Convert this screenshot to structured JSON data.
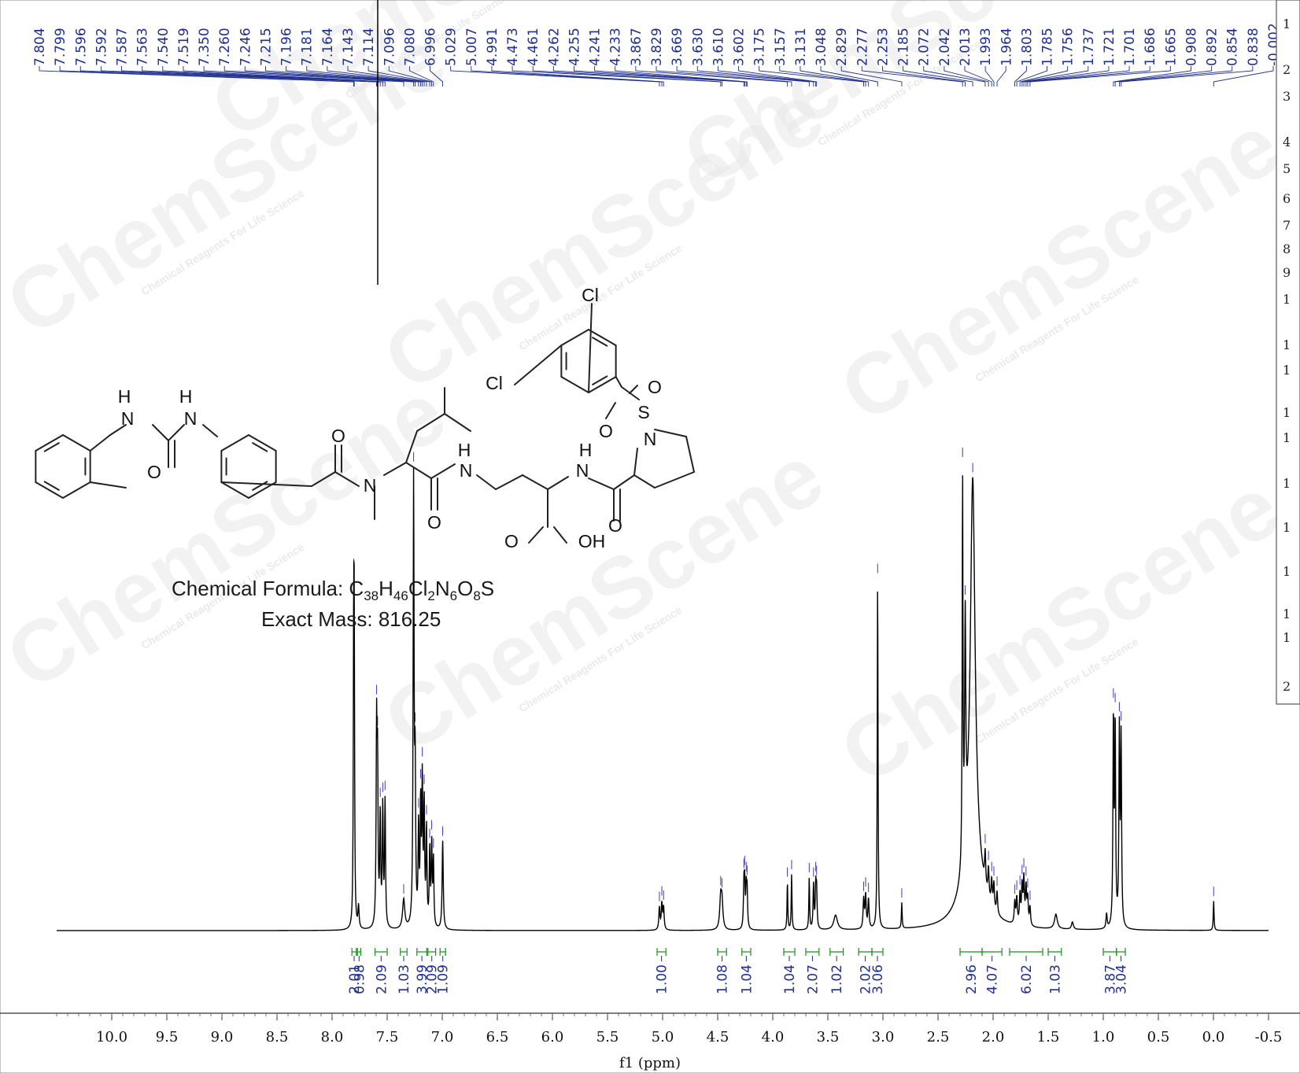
{
  "watermark": {
    "logo_text": "ChemScene",
    "tagline": "Chemical Reagents For Life Science"
  },
  "molecule": {
    "formula_label": "Chemical Formula: ",
    "formula_parts": [
      {
        "t": "C",
        "sub": false
      },
      {
        "t": "38",
        "sub": true
      },
      {
        "t": "H",
        "sub": false
      },
      {
        "t": "46",
        "sub": true
      },
      {
        "t": "Cl",
        "sub": false
      },
      {
        "t": "2",
        "sub": true
      },
      {
        "t": "N",
        "sub": false
      },
      {
        "t": "6",
        "sub": true
      },
      {
        "t": "O",
        "sub": false
      },
      {
        "t": "8",
        "sub": true
      },
      {
        "t": "S",
        "sub": false
      }
    ],
    "mass_label": "Exact Mass: 816.25",
    "atom_labels": [
      "Cl",
      "Cl",
      "S",
      "O",
      "O",
      "N",
      "H",
      "N",
      "H",
      "N",
      "O",
      "O",
      "N",
      "O",
      "N",
      "H",
      "O",
      "OH",
      "H",
      "N",
      "H",
      "N",
      "O"
    ]
  },
  "side_panel": {
    "numbers": [
      "1",
      "2",
      "3",
      "4",
      "5",
      "6",
      "7",
      "8",
      "9",
      "1",
      "1",
      "1",
      "1",
      "1",
      "1",
      "1",
      "1",
      "1",
      "1",
      "2"
    ]
  },
  "chart_data": {
    "type": "line",
    "title": "",
    "xlabel": "f1 (ppm)",
    "ylabel": "",
    "xlim": [
      10.5,
      -0.5
    ],
    "x_reversed": true,
    "grid": false,
    "ticks": [
      "10.0",
      "9.5",
      "9.0",
      "8.5",
      "8.0",
      "7.5",
      "7.0",
      "6.5",
      "6.0",
      "5.5",
      "5.0",
      "4.5",
      "4.0",
      "3.5",
      "3.0",
      "2.5",
      "2.0",
      "1.5",
      "1.0",
      "0.5",
      "0.0",
      "-0.5"
    ],
    "peak_labels": [
      "7.804",
      "7.799",
      "7.596",
      "7.592",
      "7.587",
      "7.563",
      "7.540",
      "7.519",
      "7.350",
      "7.260",
      "7.246",
      "7.215",
      "7.196",
      "7.181",
      "7.164",
      "7.143",
      "7.114",
      "7.096",
      "7.080",
      "6.996",
      "5.029",
      "5.007",
      "4.991",
      "4.473",
      "4.461",
      "4.262",
      "4.255",
      "4.241",
      "4.233",
      "3.867",
      "3.829",
      "3.669",
      "3.630",
      "3.610",
      "3.602",
      "3.175",
      "3.157",
      "3.131",
      "3.048",
      "2.829",
      "2.277",
      "2.253",
      "2.185",
      "2.072",
      "2.042",
      "2.013",
      "1.993",
      "1.964",
      "1.803",
      "1.785",
      "1.756",
      "1.737",
      "1.721",
      "1.701",
      "1.686",
      "1.665",
      "0.908",
      "0.892",
      "0.854",
      "0.838",
      "-0.002"
    ],
    "peaks": [
      {
        "x": 7.804,
        "h": 0.7,
        "w": 0.004
      },
      {
        "x": 7.799,
        "h": 0.68,
        "w": 0.004
      },
      {
        "x": 7.76,
        "h": 0.06,
        "w": 0.006
      },
      {
        "x": 7.596,
        "h": 0.52,
        "w": 0.005
      },
      {
        "x": 7.587,
        "h": 0.4,
        "w": 0.005
      },
      {
        "x": 7.563,
        "h": 0.3,
        "w": 0.005
      },
      {
        "x": 7.54,
        "h": 0.32,
        "w": 0.005
      },
      {
        "x": 7.519,
        "h": 0.34,
        "w": 0.005
      },
      {
        "x": 7.35,
        "h": 0.08,
        "w": 0.012
      },
      {
        "x": 7.26,
        "h": 1.2,
        "w": 0.005
      },
      {
        "x": 7.246,
        "h": 0.4,
        "w": 0.005
      },
      {
        "x": 7.215,
        "h": 0.26,
        "w": 0.005
      },
      {
        "x": 7.196,
        "h": 0.32,
        "w": 0.005
      },
      {
        "x": 7.181,
        "h": 0.38,
        "w": 0.005
      },
      {
        "x": 7.164,
        "h": 0.32,
        "w": 0.005
      },
      {
        "x": 7.143,
        "h": 0.26,
        "w": 0.005
      },
      {
        "x": 7.114,
        "h": 0.2,
        "w": 0.005
      },
      {
        "x": 7.096,
        "h": 0.22,
        "w": 0.005
      },
      {
        "x": 7.08,
        "h": 0.18,
        "w": 0.005
      },
      {
        "x": 6.996,
        "h": 0.24,
        "w": 0.006
      },
      {
        "x": 5.029,
        "h": 0.06,
        "w": 0.006
      },
      {
        "x": 5.007,
        "h": 0.07,
        "w": 0.006
      },
      {
        "x": 4.991,
        "h": 0.06,
        "w": 0.006
      },
      {
        "x": 4.473,
        "h": 0.08,
        "w": 0.01
      },
      {
        "x": 4.461,
        "h": 0.07,
        "w": 0.01
      },
      {
        "x": 4.262,
        "h": 0.11,
        "w": 0.005
      },
      {
        "x": 4.255,
        "h": 0.11,
        "w": 0.005
      },
      {
        "x": 4.241,
        "h": 0.1,
        "w": 0.005
      },
      {
        "x": 4.233,
        "h": 0.1,
        "w": 0.005
      },
      {
        "x": 3.867,
        "h": 0.13,
        "w": 0.004
      },
      {
        "x": 3.829,
        "h": 0.15,
        "w": 0.004
      },
      {
        "x": 3.669,
        "h": 0.14,
        "w": 0.004
      },
      {
        "x": 3.63,
        "h": 0.12,
        "w": 0.005
      },
      {
        "x": 3.61,
        "h": 0.11,
        "w": 0.005
      },
      {
        "x": 3.602,
        "h": 0.1,
        "w": 0.005
      },
      {
        "x": 3.43,
        "h": 0.04,
        "w": 0.02
      },
      {
        "x": 3.175,
        "h": 0.08,
        "w": 0.006
      },
      {
        "x": 3.157,
        "h": 0.09,
        "w": 0.006
      },
      {
        "x": 3.131,
        "h": 0.08,
        "w": 0.006
      },
      {
        "x": 3.048,
        "h": 0.95,
        "w": 0.004
      },
      {
        "x": 2.829,
        "h": 0.07,
        "w": 0.004
      },
      {
        "x": 2.277,
        "h": 1.05,
        "w": 0.004
      },
      {
        "x": 2.253,
        "h": 0.6,
        "w": 0.006
      },
      {
        "x": 2.185,
        "h": 1.0,
        "w": 0.025
      },
      {
        "x": 2.19,
        "h": 0.22,
        "w": 0.09
      },
      {
        "x": 2.072,
        "h": 0.09,
        "w": 0.006
      },
      {
        "x": 2.042,
        "h": 0.08,
        "w": 0.006
      },
      {
        "x": 2.013,
        "h": 0.07,
        "w": 0.006
      },
      {
        "x": 1.993,
        "h": 0.07,
        "w": 0.006
      },
      {
        "x": 1.964,
        "h": 0.06,
        "w": 0.006
      },
      {
        "x": 1.803,
        "h": 0.06,
        "w": 0.006
      },
      {
        "x": 1.785,
        "h": 0.07,
        "w": 0.006
      },
      {
        "x": 1.756,
        "h": 0.08,
        "w": 0.006
      },
      {
        "x": 1.737,
        "h": 0.1,
        "w": 0.006
      },
      {
        "x": 1.721,
        "h": 0.12,
        "w": 0.006
      },
      {
        "x": 1.701,
        "h": 0.1,
        "w": 0.006
      },
      {
        "x": 1.686,
        "h": 0.07,
        "w": 0.006
      },
      {
        "x": 1.665,
        "h": 0.05,
        "w": 0.006
      },
      {
        "x": 1.43,
        "h": 0.04,
        "w": 0.015
      },
      {
        "x": 1.28,
        "h": 0.02,
        "w": 0.01
      },
      {
        "x": 0.97,
        "h": 0.04,
        "w": 0.006
      },
      {
        "x": 0.908,
        "h": 0.56,
        "w": 0.005
      },
      {
        "x": 0.892,
        "h": 0.54,
        "w": 0.005
      },
      {
        "x": 0.854,
        "h": 0.52,
        "w": 0.005
      },
      {
        "x": 0.838,
        "h": 0.5,
        "w": 0.005
      },
      {
        "x": -0.002,
        "h": 0.08,
        "w": 0.004
      }
    ],
    "integrals": [
      {
        "label": "2.01",
        "from": 7.82,
        "to": 7.78
      },
      {
        "label": "0.98",
        "from": 7.77,
        "to": 7.74
      },
      {
        "label": "2.09",
        "from": 7.61,
        "to": 7.5
      },
      {
        "label": "1.03",
        "from": 7.38,
        "to": 7.32
      },
      {
        "label": "3.99",
        "from": 7.23,
        "to": 7.14
      },
      {
        "label": "2.09",
        "from": 7.13,
        "to": 7.06
      },
      {
        "label": "1.09",
        "from": 7.02,
        "to": 6.97
      },
      {
        "label": "1.00",
        "from": 5.05,
        "to": 4.97
      },
      {
        "label": "1.08",
        "from": 4.5,
        "to": 4.42
      },
      {
        "label": "1.04",
        "from": 4.28,
        "to": 4.2
      },
      {
        "label": "1.04",
        "from": 3.9,
        "to": 3.8
      },
      {
        "label": "2.07",
        "from": 3.7,
        "to": 3.58
      },
      {
        "label": "1.02",
        "from": 3.48,
        "to": 3.36
      },
      {
        "label": "2.02",
        "from": 3.22,
        "to": 3.1
      },
      {
        "label": "3.06",
        "from": 3.1,
        "to": 3.0
      },
      {
        "label": "2.96",
        "from": 2.3,
        "to": 2.1
      },
      {
        "label": "4.07",
        "from": 2.1,
        "to": 1.92
      },
      {
        "label": "6.02",
        "from": 1.85,
        "to": 1.55
      },
      {
        "label": "1.03",
        "from": 1.5,
        "to": 1.38
      },
      {
        "label": "3.87",
        "from": 1.0,
        "to": 0.88
      },
      {
        "label": "3.04",
        "from": 0.88,
        "to": 0.8
      }
    ]
  }
}
